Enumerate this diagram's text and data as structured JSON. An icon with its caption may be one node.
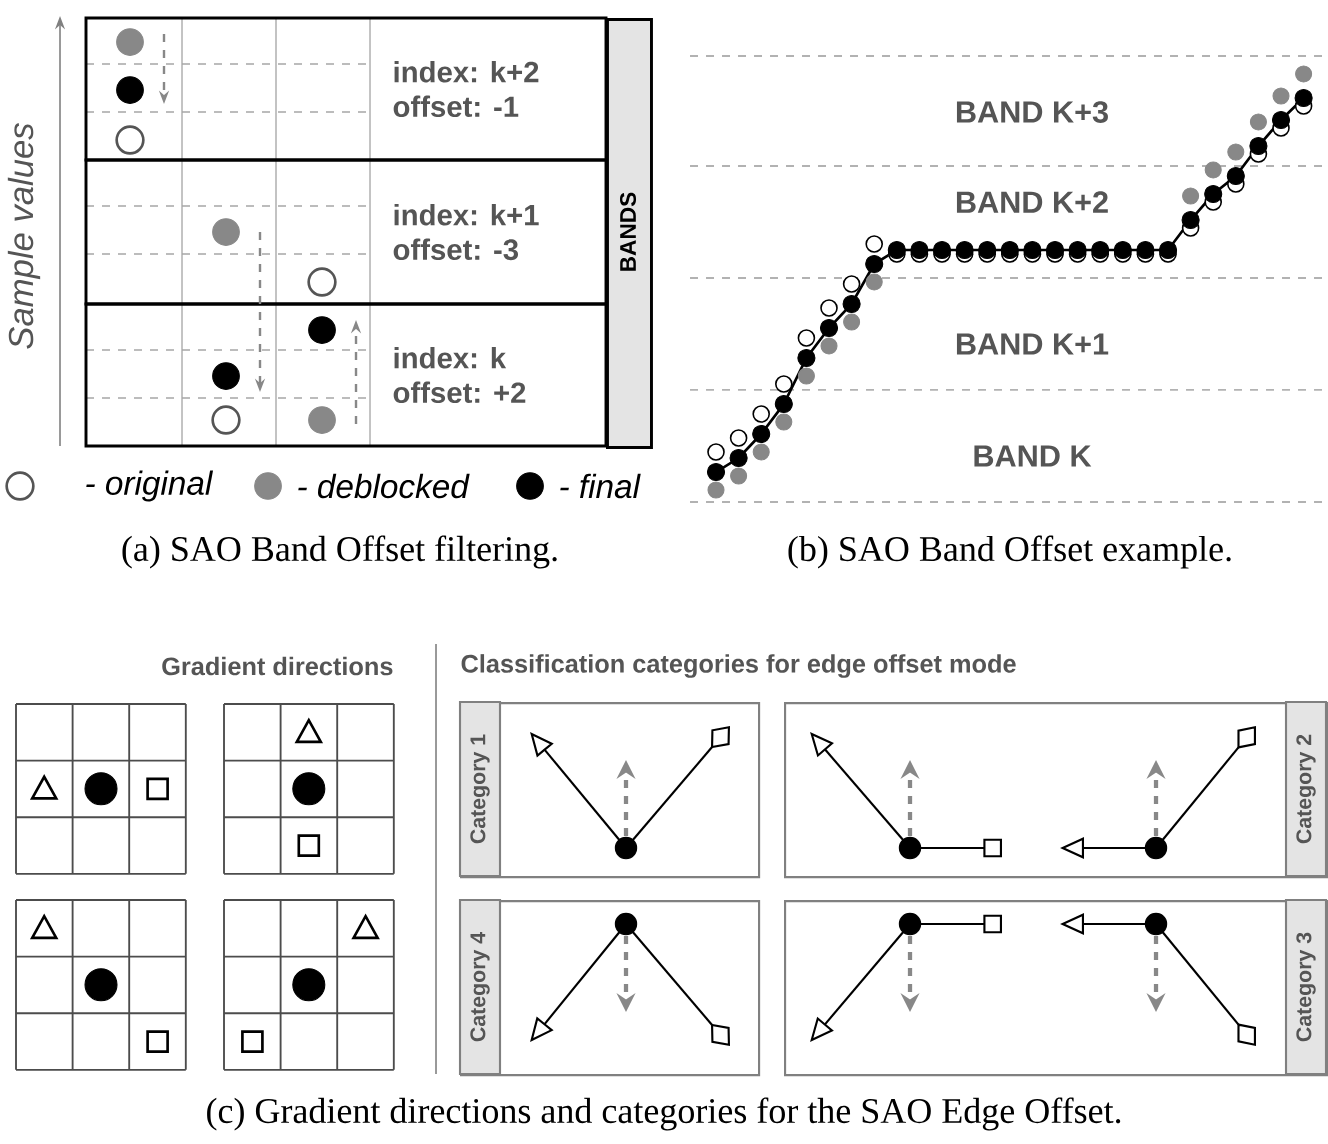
{
  "diagram": {
    "nodes": [
      {
        "text": [
          "index: k+2",
          "offset: -1"
        ]
      },
      {
        "text": [
          "index: k+1",
          "offset: -3"
        ]
      },
      {
        "text": [
          "index: k",
          "offset: +2"
        ]
      },
      {
        "text": [
          "BANDS"
        ]
      },
      {
        "text": [
          "Category 1"
        ]
      },
      {
        "text": [
          "Category 2"
        ]
      },
      {
        "text": [
          "Category 4"
        ]
      },
      {
        "text": [
          "Category 3"
        ]
      }
    ],
    "labels": [
      "Sample values",
      "BAND K+3",
      "BAND K+2",
      "BAND K+1",
      "BAND K",
      "(a) SAO Band Offset filtering.",
      "(b) SAO Band Offset example.",
      "Gradient directions",
      "Classification categories for edge offset mode",
      "(c) Gradient directions and categories for the SAO Edge Offset."
    ],
    "legend": [
      {
        "text": "- original"
      },
      {
        "text": "- deblocked"
      },
      {
        "text": "- final"
      }
    ]
  }
}
